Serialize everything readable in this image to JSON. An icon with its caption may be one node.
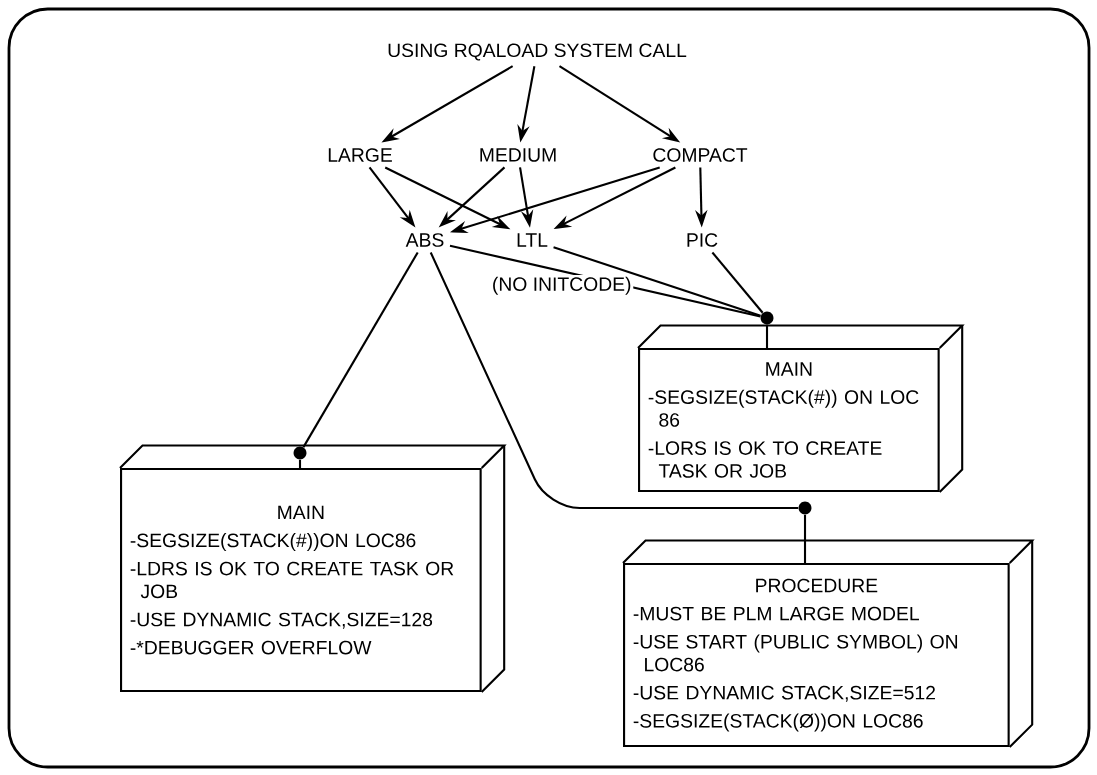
{
  "diagram": {
    "nodes": [
      {
        "text": [
          "USING RQALOAD SYSTEM CALL"
        ]
      },
      {
        "text": [
          "LARGE"
        ]
      },
      {
        "text": [
          "MEDIUM"
        ]
      },
      {
        "text": [
          "COMPACT"
        ]
      },
      {
        "text": [
          "ABS"
        ]
      },
      {
        "text": [
          "LTL"
        ]
      },
      {
        "text": [
          "PIC"
        ]
      },
      {
        "text": [],
        "shape": "circle"
      },
      {
        "text": [
          "MAIN",
          "-SEGSIZE(STACK(#)) ON LOC 86",
          "-LORS IS OK TO CREATE TASK OR JOB"
        ]
      },
      {
        "text": [],
        "shape": "circle"
      },
      {
        "text": [
          "MAIN",
          "-SEGSIZE(STACK(#))ON LOC86",
          "-LDRS IS OK TO CREATE TASK OR JOB",
          "-USE DYNAMIC STACK,SIZE=128",
          "-*DEBUGGER OVERFLOW"
        ]
      },
      {
        "text": [],
        "shape": "circle"
      },
      {
        "text": [
          "PROCEDURE",
          "-MUST BE PLM LARGE MODEL",
          "-USE START (PUBLIC SYMBOL) ON LOC86",
          "-USE DYNAMIC STACK,SIZE=512",
          "-SEGSIZE(STACK(Ø))ON LOC86"
        ]
      }
    ],
    "edges": [
      {
        "from": 0,
        "to": 1,
        "arrow": "to"
      },
      {
        "from": 0,
        "to": 2,
        "arrow": "to"
      },
      {
        "from": 0,
        "to": 3,
        "arrow": "to"
      },
      {
        "from": 1,
        "to": 4,
        "arrow": "to"
      },
      {
        "from": 1,
        "to": 5,
        "arrow": "to"
      },
      {
        "from": 2,
        "to": 4,
        "arrow": "to"
      },
      {
        "from": 2,
        "to": 5,
        "arrow": "to"
      },
      {
        "from": 3,
        "to": 4,
        "arrow": "to"
      },
      {
        "from": 3,
        "to": 5,
        "arrow": "to"
      },
      {
        "from": 3,
        "to": 6,
        "arrow": "to"
      },
      {
        "from": 4,
        "to": 7,
        "arrow": "none",
        "label": "(NO INITCODE)"
      },
      {
        "from": 5,
        "to": 7,
        "arrow": "none"
      },
      {
        "from": 6,
        "to": 7,
        "arrow": "none"
      },
      {
        "from": 7,
        "to": 8,
        "arrow": "none"
      },
      {
        "from": 4,
        "to": 9,
        "arrow": "none"
      },
      {
        "from": 9,
        "to": 10,
        "arrow": "none"
      },
      {
        "from": 4,
        "to": 11,
        "arrow": "none"
      },
      {
        "from": 11,
        "to": 12,
        "arrow": "none"
      }
    ]
  }
}
